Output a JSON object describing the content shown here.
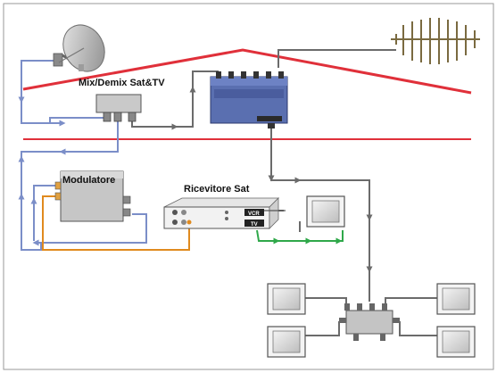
{
  "labels": {
    "mix_demix": "Mix/Demix Sat&TV",
    "modulatore": "Modulatore",
    "ricevitore": "Ricevitore Sat",
    "vcr_tag": "VCR",
    "tv_tag": "TV"
  },
  "colors": {
    "roof": "#e0303a",
    "floor_line": "#e0303a",
    "cable_blue": "#7b8ec8",
    "cable_gray": "#6b6b6b",
    "cable_orange": "#e08a1e",
    "cable_green": "#2fa84a",
    "multiswitch_body": "#5a6fb0",
    "device_gray": "#bdbdbd",
    "tv_screen": "#dcdcdc"
  },
  "icons": {
    "dish": "satellite-dish-icon",
    "antenna": "yagi-antenna-icon",
    "tv": "television-icon",
    "multiswitch": "multiswitch-icon",
    "splitter": "splitter-icon"
  }
}
